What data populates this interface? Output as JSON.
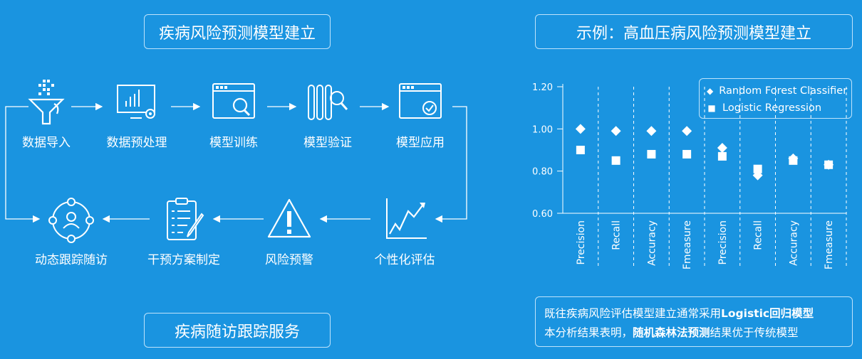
{
  "left": {
    "title": "疾病风险预测模型建立",
    "bottom_title": "疾病随访跟踪服务",
    "steps": [
      {
        "label": "数据导入",
        "icon": "funnel-icon"
      },
      {
        "label": "数据预处理",
        "icon": "monitor-chart-icon"
      },
      {
        "label": "模型训练",
        "icon": "window-search-icon"
      },
      {
        "label": "模型验证",
        "icon": "bars-magnifier-icon"
      },
      {
        "label": "模型应用",
        "icon": "window-check-icon"
      },
      {
        "label": "个性化评估",
        "icon": "trend-chart-icon"
      },
      {
        "label": "风险预警",
        "icon": "warning-triangle-icon"
      },
      {
        "label": "干预方案制定",
        "icon": "clipboard-pen-icon"
      },
      {
        "label": "动态跟踪随访",
        "icon": "user-cycle-icon"
      }
    ]
  },
  "right": {
    "title": "示例：高血压病风险预测模型建立",
    "note_line1_prefix": "既往疾病风险评估模型建立通常采用",
    "note_line1_bold": "Logistic回归模型",
    "note_line2_prefix": "本分析结果表明，",
    "note_line2_bold": "随机森林法预测",
    "note_line2_suffix": "结果优于传统模型"
  },
  "chart_data": {
    "type": "scatter",
    "categories": [
      "Precision",
      "Recall",
      "Accuracy",
      "Fmeasure",
      "Precision",
      "Recall",
      "Accuracy",
      "Fmeasure"
    ],
    "series": [
      {
        "name": "Random Forest Classifier",
        "marker": "diamond",
        "values": [
          1.0,
          0.99,
          0.99,
          0.99,
          0.91,
          0.78,
          0.86,
          0.83
        ]
      },
      {
        "name": "Logistic Regression",
        "marker": "square",
        "values": [
          0.9,
          0.85,
          0.88,
          0.88,
          0.87,
          0.81,
          0.85,
          0.83
        ]
      }
    ],
    "yticks": [
      "1.20",
      "1.00",
      "0.80",
      "0.60"
    ],
    "ylim": [
      0.6,
      1.2
    ],
    "grid": "vertical dashed",
    "legend_position": "top-right"
  },
  "colors": {
    "background": "#1a94e0",
    "foreground": "#ffffff",
    "border": "#bfe3fb"
  }
}
